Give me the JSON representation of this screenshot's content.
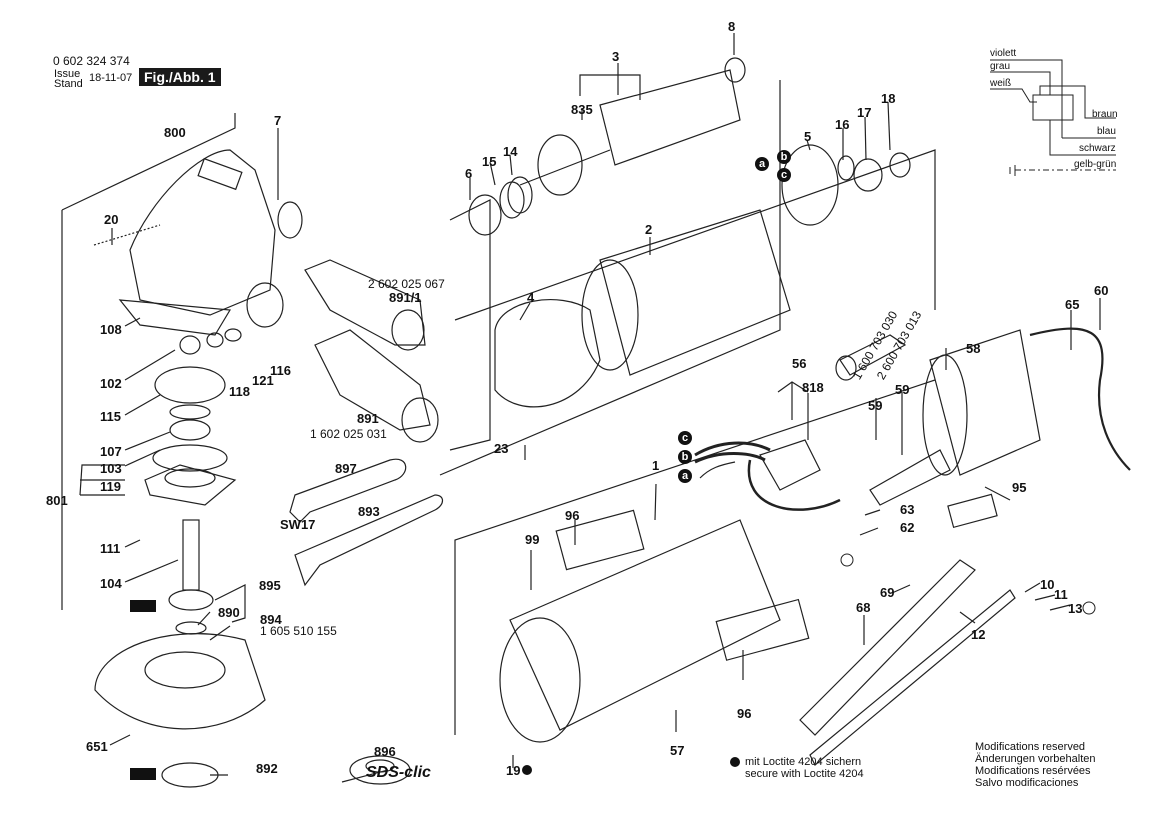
{
  "header": {
    "part_number": "0 602 324 374",
    "issue_label": "Issue",
    "stand_label": "Stand",
    "date": "18-11-07",
    "figure_label": "Fig./Abb. 1"
  },
  "wiring_diagram": {
    "wires_left": [
      "violett",
      "grau",
      "weiß"
    ],
    "wires_right": [
      "braun",
      "blau",
      "schwarz",
      "gelb-grün"
    ],
    "ground_symbol": "ground-icon"
  },
  "parts": {
    "p800": "800",
    "p7": "7",
    "p20": "20",
    "p108": "108",
    "p102": "102",
    "p115": "115",
    "p107": "107",
    "p103": "103",
    "p119": "119",
    "p801": "801",
    "p111": "111",
    "p104": "104",
    "p895": "895",
    "p890": "890",
    "p894": "894",
    "p894_code": "1 605 510 155",
    "p651": "651",
    "p892": "892",
    "p896": "896",
    "sds_clic": "SDS-clic",
    "p118": "118",
    "p121": "121",
    "p116": "116",
    "p891_1": "891/1",
    "p891_1_code": "2 602 025 067",
    "p891": "891",
    "p891_code": "1 602 025 031",
    "p897": "897",
    "sw17": "SW17",
    "p893": "893",
    "p3": "3",
    "p835": "835",
    "p8": "8",
    "p6": "6",
    "p15": "15",
    "p14": "14",
    "p2": "2",
    "p5": "5",
    "p16": "16",
    "p17": "17",
    "p18": "18",
    "p4": "4",
    "p23": "23",
    "p56": "56",
    "p818": "818",
    "p59a": "59",
    "p59b": "59",
    "code_1600703030": "1 600 703 030",
    "code_2600703013": "2 600 703 013",
    "p58": "58",
    "p65": "65",
    "p60": "60",
    "p95": "95",
    "p63": "63",
    "p62": "62",
    "p1": "1",
    "p96a": "96",
    "p96b": "96",
    "p99": "99",
    "p57": "57",
    "p19": "19",
    "p69": "69",
    "p68": "68",
    "p12": "12",
    "p10": "10",
    "p11": "11",
    "p13": "13",
    "wire_a": "a",
    "wire_b": "b",
    "wire_c": "c"
  },
  "notes": {
    "loctite_de": "mit Loctite 4204 sichern",
    "loctite_en": "secure with Loctite 4204",
    "modifications": [
      "Modifications reserved",
      "Änderungen vorbehalten",
      "Modifications resérvées",
      "Salvo modificaciones"
    ]
  }
}
